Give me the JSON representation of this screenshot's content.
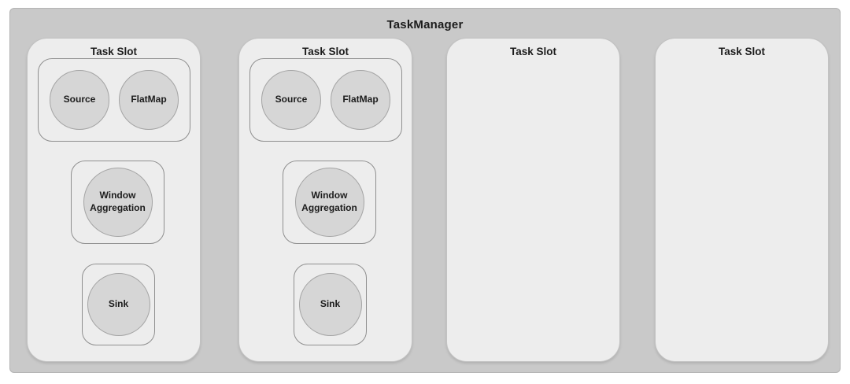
{
  "taskmanager": {
    "title": "TaskManager",
    "slots": [
      {
        "label": "Task Slot",
        "operators": [
          "Source",
          "FlatMap",
          "Window Aggregation",
          "Sink"
        ]
      },
      {
        "label": "Task Slot",
        "operators": [
          "Source",
          "FlatMap",
          "Window Aggregation",
          "Sink"
        ]
      },
      {
        "label": "Task Slot",
        "operators": []
      },
      {
        "label": "Task Slot",
        "operators": []
      }
    ]
  },
  "colors": {
    "outer_fill": "#c9c9c9",
    "outer_border": "#b3b3b3",
    "slot_fill": "#ededed",
    "slot_border": "#c2c2c2",
    "group_border": "#8f8f8f",
    "circle_fill": "#d6d6d6",
    "circle_border": "#a4a4a4",
    "text": "#1c1c1c"
  }
}
